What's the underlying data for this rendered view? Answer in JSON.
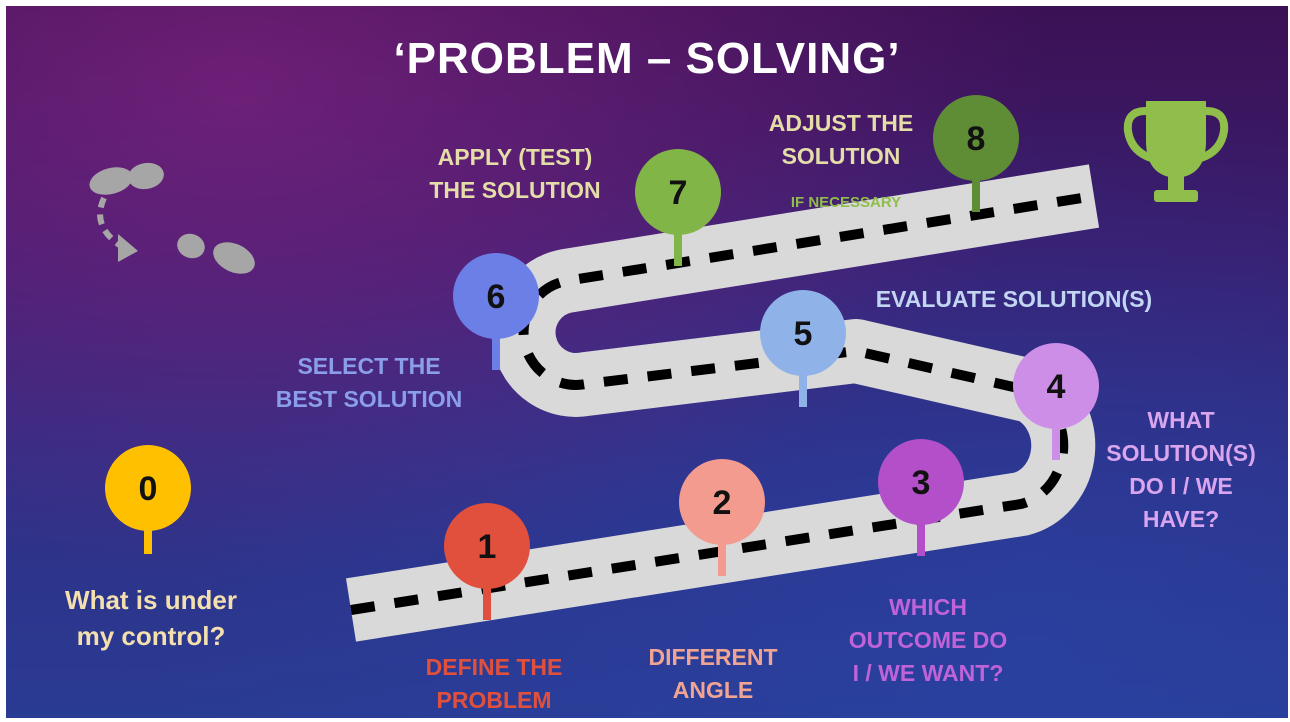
{
  "title": "‘PROBLEM – SOLVING’",
  "colors": {
    "road": "#d9d9d9",
    "dash": "#000000",
    "footprints": "#a6a6a6",
    "trophy": "#8fbe4b"
  },
  "icons": {
    "footprints": "footprints-icon",
    "trophy": "trophy-icon"
  },
  "steps": [
    {
      "number": "0",
      "color": "#ffc000",
      "label_lines": [
        "What is under",
        "my control?"
      ],
      "label_color": "#f4dfae"
    },
    {
      "number": "1",
      "color": "#e0503c",
      "label_lines": [
        "DEFINE THE",
        "PROBLEM"
      ],
      "label_color": "#e0503c"
    },
    {
      "number": "2",
      "color": "#f29b8e",
      "label_lines": [
        "DIFFERENT",
        "ANGLE"
      ],
      "label_color": "#f2a493"
    },
    {
      "number": "3",
      "color": "#b34fc9",
      "label_lines": [
        "WHICH",
        "OUTCOME DO",
        "I / WE WANT?"
      ],
      "label_color": "#c063d8"
    },
    {
      "number": "4",
      "color": "#cd8ee8",
      "label_lines": [
        "WHAT",
        "SOLUTION(S)",
        "DO I / WE",
        "HAVE?"
      ],
      "label_color": "#d9a5ee"
    },
    {
      "number": "5",
      "color": "#8fb3e9",
      "label_lines": [
        "EVALUATE SOLUTION(S)"
      ],
      "label_color": "#c2d6f4"
    },
    {
      "number": "6",
      "color": "#6b7fe6",
      "label_lines": [
        "SELECT THE",
        "BEST SOLUTION"
      ],
      "label_color": "#8a9ee9"
    },
    {
      "number": "7",
      "color": "#82b547",
      "label_lines": [
        "APPLY (TEST)",
        "THE SOLUTION"
      ],
      "label_color": "#e4dda8"
    },
    {
      "number": "8",
      "color": "#5f8d36",
      "label_lines": [
        "ADJUST THE",
        "SOLUTION"
      ],
      "label_color": "#e4dda8",
      "note": "IF NECESSARY",
      "note_color": "#8fbe4b"
    }
  ]
}
